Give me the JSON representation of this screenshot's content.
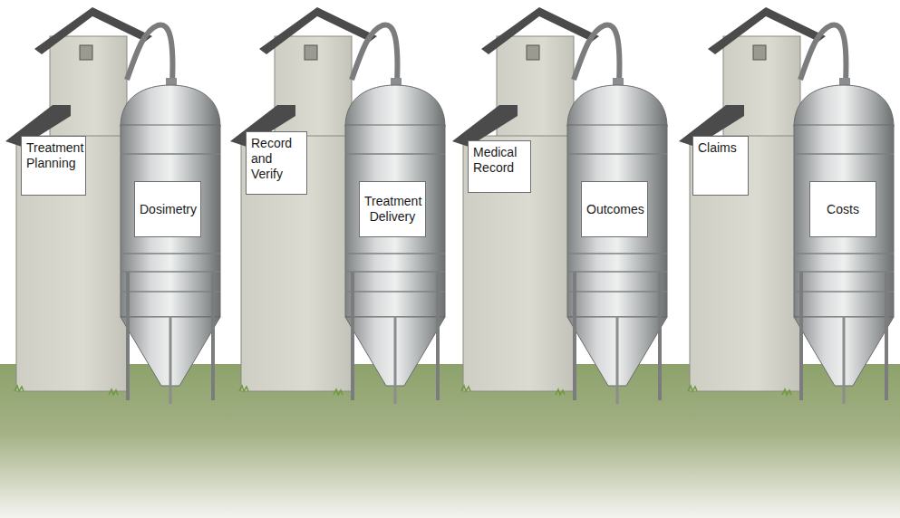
{
  "diagram": {
    "nodes": [
      {
        "text": [
          "Treatment Planning"
        ]
      },
      {
        "text": [
          "Dosimetry"
        ]
      },
      {
        "text": [
          "Record and Verify"
        ]
      },
      {
        "text": [
          "Treatment Delivery"
        ]
      },
      {
        "text": [
          "Medical Record"
        ]
      },
      {
        "text": [
          "Outcomes"
        ]
      },
      {
        "text": [
          "Claims"
        ]
      },
      {
        "text": [
          "Costs"
        ]
      }
    ]
  }
}
